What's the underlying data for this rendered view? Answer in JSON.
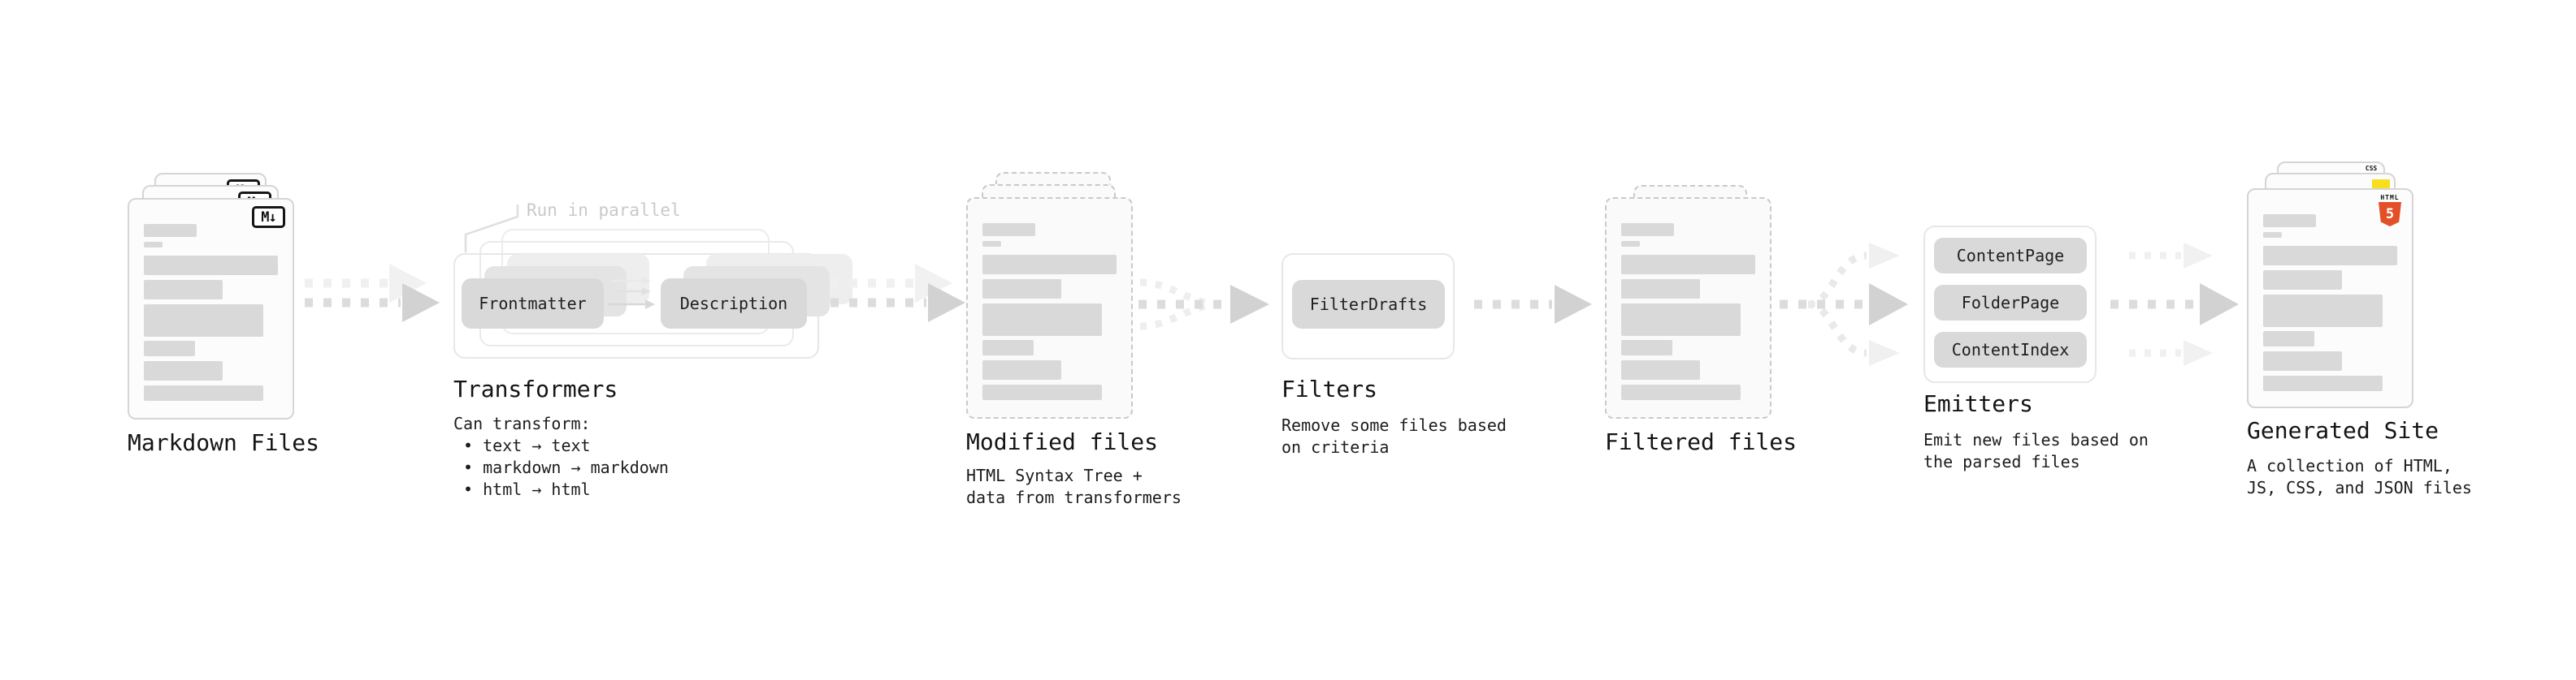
{
  "diagram": {
    "markdown": {
      "title": "Markdown Files",
      "badge": "M↓"
    },
    "transformers": {
      "note": "Run in parallel",
      "transformer1": "Frontmatter",
      "transformer2": "Description",
      "title": "Transformers",
      "desc": "Can transform:\n • text → text\n • markdown → markdown\n • html → html"
    },
    "modified": {
      "title": "Modified files",
      "desc": "HTML Syntax Tree +\ndata from transformers"
    },
    "filters": {
      "filter1": "FilterDrafts",
      "title": "Filters",
      "desc": "Remove some files based\non criteria"
    },
    "filtered": {
      "title": "Filtered files"
    },
    "emitters": {
      "buttons": [
        "ContentPage",
        "FolderPage",
        "ContentIndex"
      ],
      "title": "Emitters",
      "desc": "Emit new files based on\nthe parsed files"
    },
    "generated": {
      "title": "Generated Site",
      "desc": "A collection of HTML,\nJS, CSS, and JSON files",
      "badge_html": "HTML",
      "badge_html_number": "5",
      "badge_css": "CSS"
    },
    "colors": {
      "html5_orange": "#e34f26",
      "js_yellow": "#f7df1e",
      "css_blue": "#2862e9",
      "skeleton_bar": "#d9d9d9",
      "pill_gray": "#d9d9d9"
    }
  }
}
